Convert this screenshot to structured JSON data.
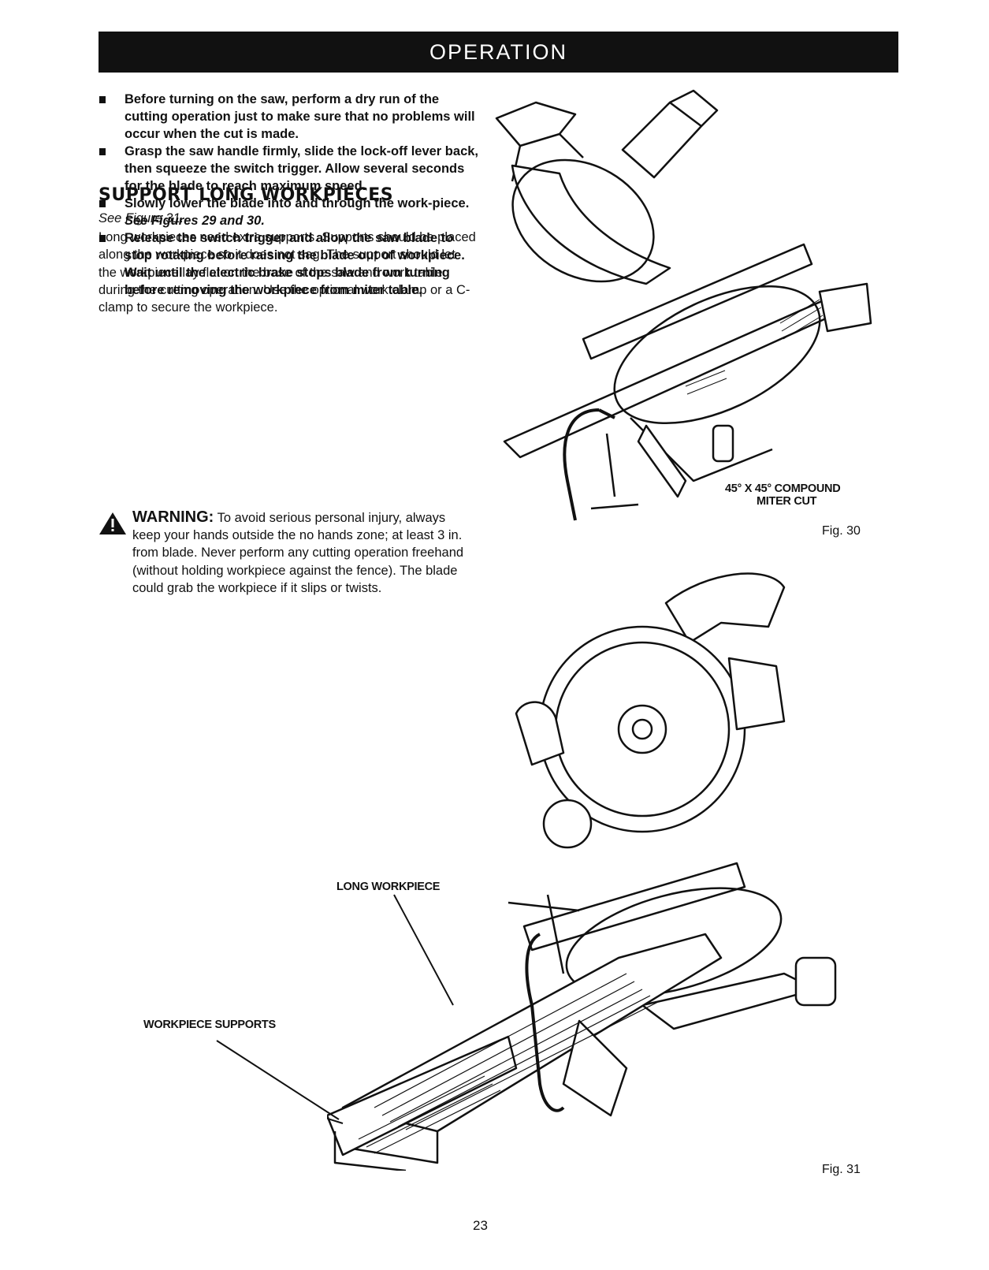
{
  "header": {
    "title": "OPERATION"
  },
  "bullets": [
    {
      "text": "Before turning on the saw, perform a dry run of the cutting operation just to make sure that no problems will occur when the cut is made."
    },
    {
      "text": "Grasp the saw handle firmly, slide the lock-off lever back, then squeeze the switch trigger. Allow several seconds for the blade to reach maximum speed."
    },
    {
      "text": "Slowly lower the blade into and through the work-piece.",
      "ref": "See Figures 29 and 30."
    },
    {
      "text": "Release the switch trigger and allow the saw blade to stop rotating before raising the blade out of workpiece. Wait until the electric brake stops blade from turning before removing the workpiece from miter table."
    }
  ],
  "section": {
    "title": "SUPPORT LONG WORKPIECES",
    "see_figure": "See Figure 31.",
    "body": "Long workpieces need extra supports. Supports should be placed along the workpiece so it does not sag. The support should let the workpiece lay flat on the base of the saw and work table during the cutting operation. Use the optional work clamp or a C-clamp to secure the workpiece."
  },
  "warning": {
    "label": "WARNING:",
    "text": "To avoid serious personal injury, always keep your hands outside the no hands zone; at least 3 in. from blade. Never perform any cutting operation freehand (without holding workpiece against the fence). The blade could grab the workpiece if it slips or twists."
  },
  "figure30": {
    "callout_line1": "45° X 45° COMPOUND",
    "callout_line2": "MITER CUT",
    "label": "Fig. 30"
  },
  "figure31": {
    "callout_long": "LONG WORKPIECE",
    "callout_supports": "WORKPIECE SUPPORTS",
    "label": "Fig. 31"
  },
  "page": {
    "number": "23"
  }
}
